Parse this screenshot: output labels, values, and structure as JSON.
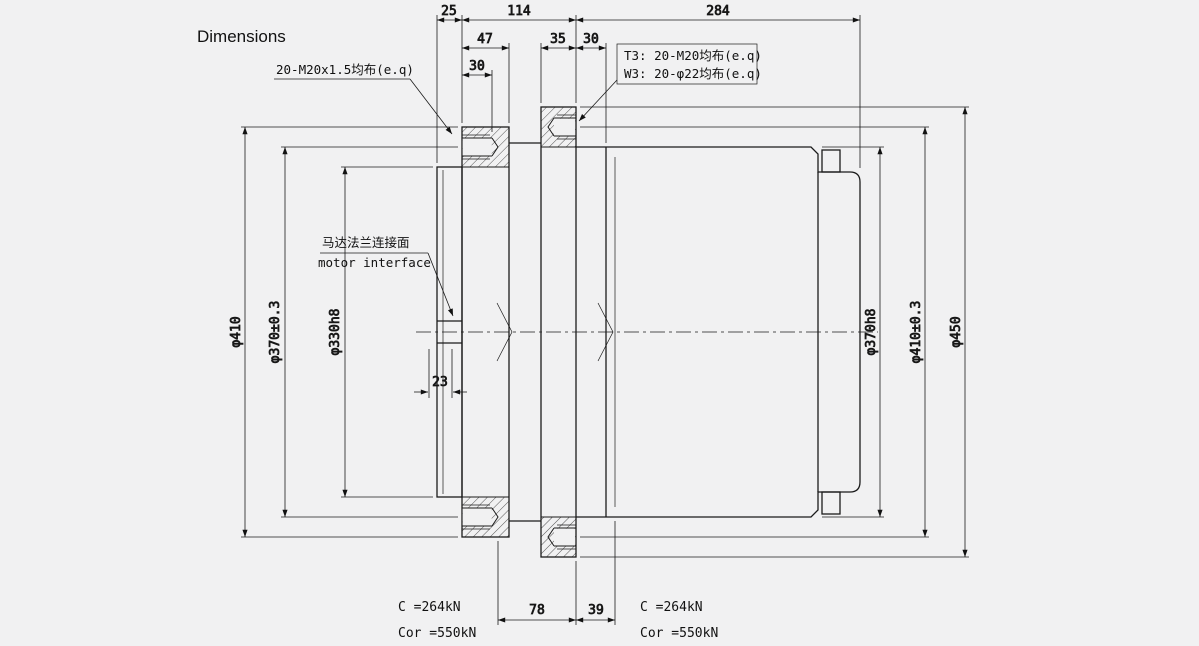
{
  "title": "Dimensions",
  "callouts": {
    "flange_bolts": "20-M20x1.5均布(e.q)",
    "t3": "T3: 20-M20均布(e.q)",
    "w3": "W3: 20-φ22均布(e.q)",
    "motor_interface_zh": "马达法兰连接面",
    "motor_interface_en": "motor interface"
  },
  "dimensions": {
    "pilot_length": "25",
    "flange_to_drum_flange": "114",
    "drum_length": "284",
    "flange_thickness": "47",
    "thread_depth": "30",
    "drum_flange_thickness": "35",
    "flange_to_step": "30",
    "left_flange_od": "φ410",
    "left_bolt_circle": "φ370±0.3",
    "left_pilot_dia": "φ330h8",
    "bore_depth": "23",
    "right_pilot_dia": "φ370h8",
    "right_bolt_circle": "φ410±0.3",
    "right_flange_od": "φ450",
    "bottom_span_left": "78",
    "bottom_span_right": "39"
  },
  "loads": {
    "left_dynamic": "C =264kN",
    "left_static": "Cor =550kN",
    "right_dynamic": "C =264kN",
    "right_static": "Cor =550kN"
  },
  "colors": {
    "background": "#f1f1f2",
    "line": "#1b1b1b"
  }
}
